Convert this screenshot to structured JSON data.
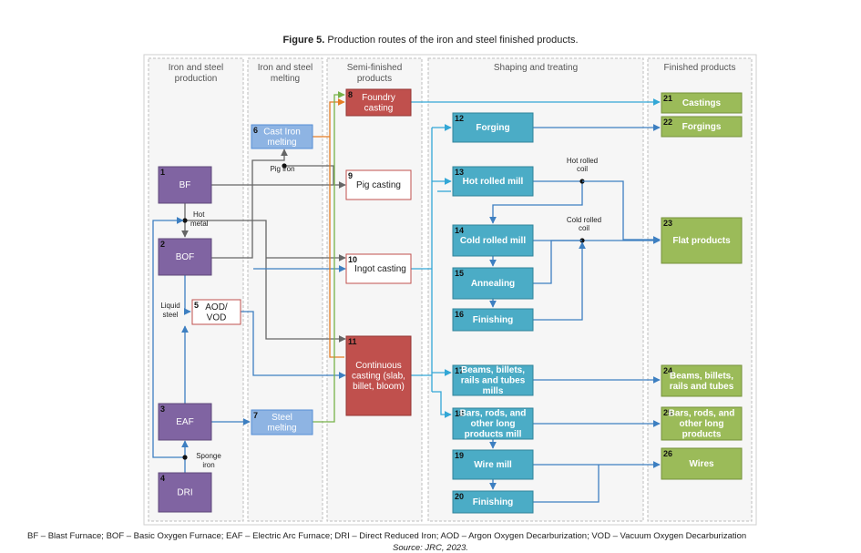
{
  "caption": {
    "figure_label": "Figure 5.",
    "title": " Production routes of the iron and steel finished products."
  },
  "columns": [
    {
      "id": "col1",
      "line1": "Iron and steel",
      "line2": "production"
    },
    {
      "id": "col2",
      "line1": "Iron and steel",
      "line2": "melting"
    },
    {
      "id": "col3",
      "line1": "Semi-finished",
      "line2": "products"
    },
    {
      "id": "col4",
      "line1": "Shaping and treating",
      "line2": ""
    },
    {
      "id": "col5",
      "line1": "Finished products",
      "line2": ""
    }
  ],
  "nodes": [
    {
      "num": "1",
      "lines": [
        "BF"
      ],
      "color": "#8064a2"
    },
    {
      "num": "2",
      "lines": [
        "BOF"
      ],
      "color": "#8064a2"
    },
    {
      "num": "3",
      "lines": [
        "EAF"
      ],
      "color": "#8064a2"
    },
    {
      "num": "4",
      "lines": [
        "DRI"
      ],
      "color": "#8064a2"
    },
    {
      "num": "5",
      "lines": [
        "AOD/",
        "VOD"
      ],
      "color": "#ffffff"
    },
    {
      "num": "6",
      "lines": [
        "Cast Iron",
        "melting"
      ],
      "color": "#8eb4e3"
    },
    {
      "num": "7",
      "lines": [
        "Steel",
        "melting"
      ],
      "color": "#8eb4e3"
    },
    {
      "num": "8",
      "lines": [
        "Foundry",
        "casting"
      ],
      "color": "#c0504d"
    },
    {
      "num": "9",
      "lines": [
        "Pig casting"
      ],
      "color": "#ffffff"
    },
    {
      "num": "10",
      "lines": [
        "Ingot casting"
      ],
      "color": "#ffffff"
    },
    {
      "num": "11",
      "lines": [
        "Continuous",
        "casting (slab,",
        "billet, bloom)"
      ],
      "color": "#c0504d"
    },
    {
      "num": "12",
      "lines": [
        "Forging"
      ],
      "color": "#4bacc6"
    },
    {
      "num": "13",
      "lines": [
        "Hot rolled mill"
      ],
      "color": "#4bacc6"
    },
    {
      "num": "14",
      "lines": [
        "Cold rolled mill"
      ],
      "color": "#4bacc6"
    },
    {
      "num": "15",
      "lines": [
        "Annealing"
      ],
      "color": "#4bacc6"
    },
    {
      "num": "16",
      "lines": [
        "Finishing"
      ],
      "color": "#4bacc6"
    },
    {
      "num": "17",
      "lines": [
        "Beams, billets,",
        "rails and tubes",
        "mills"
      ],
      "color": "#4bacc6"
    },
    {
      "num": "18",
      "lines": [
        "Bars, rods, and",
        "other long",
        "products mill"
      ],
      "color": "#4bacc6"
    },
    {
      "num": "19",
      "lines": [
        "Wire mill"
      ],
      "color": "#4bacc6"
    },
    {
      "num": "20",
      "lines": [
        "Finishing"
      ],
      "color": "#4bacc6"
    },
    {
      "num": "21",
      "lines": [
        "Castings"
      ],
      "color": "#9bbb59"
    },
    {
      "num": "22",
      "lines": [
        "Forgings"
      ],
      "color": "#9bbb59"
    },
    {
      "num": "23",
      "lines": [
        "Flat products"
      ],
      "color": "#9bbb59"
    },
    {
      "num": "24",
      "lines": [
        "Beams, billets,",
        "rails and tubes"
      ],
      "color": "#9bbb59"
    },
    {
      "num": "25",
      "lines": [
        "Bars, rods, and",
        "other long",
        "products"
      ],
      "color": "#9bbb59"
    },
    {
      "num": "26",
      "lines": [
        "Wires"
      ],
      "color": "#9bbb59"
    }
  ],
  "labels": {
    "hot_metal_1": "Hot",
    "hot_metal_2": "metal",
    "pig_iron": "Pig iron",
    "liquid_steel_1": "Liquid",
    "liquid_steel_2": "steel",
    "sponge_iron_1": "Sponge",
    "sponge_iron_2": "iron",
    "hot_rolled_coil_1": "Hot rolled",
    "hot_rolled_coil_2": "coil",
    "cold_rolled_coil_1": "Cold rolled",
    "cold_rolled_coil_2": "coil"
  },
  "colors": {
    "grey_arrow": "#666666",
    "blue_arrow": "#3d7fc1",
    "cyan_arrow": "#33a7d6",
    "orange_arrow": "#e57e25",
    "green_arrow": "#77b249"
  },
  "footer": {
    "abbreviations": "BF – Blast Furnace; BOF – Basic Oxygen Furnace; EAF – Electric Arc Furnace; DRI – Direct Reduced Iron; AOD – Argon Oxygen Decarburization; VOD – Vacuum Oxygen Decarburization",
    "source": "Source: JRC, 2023."
  }
}
